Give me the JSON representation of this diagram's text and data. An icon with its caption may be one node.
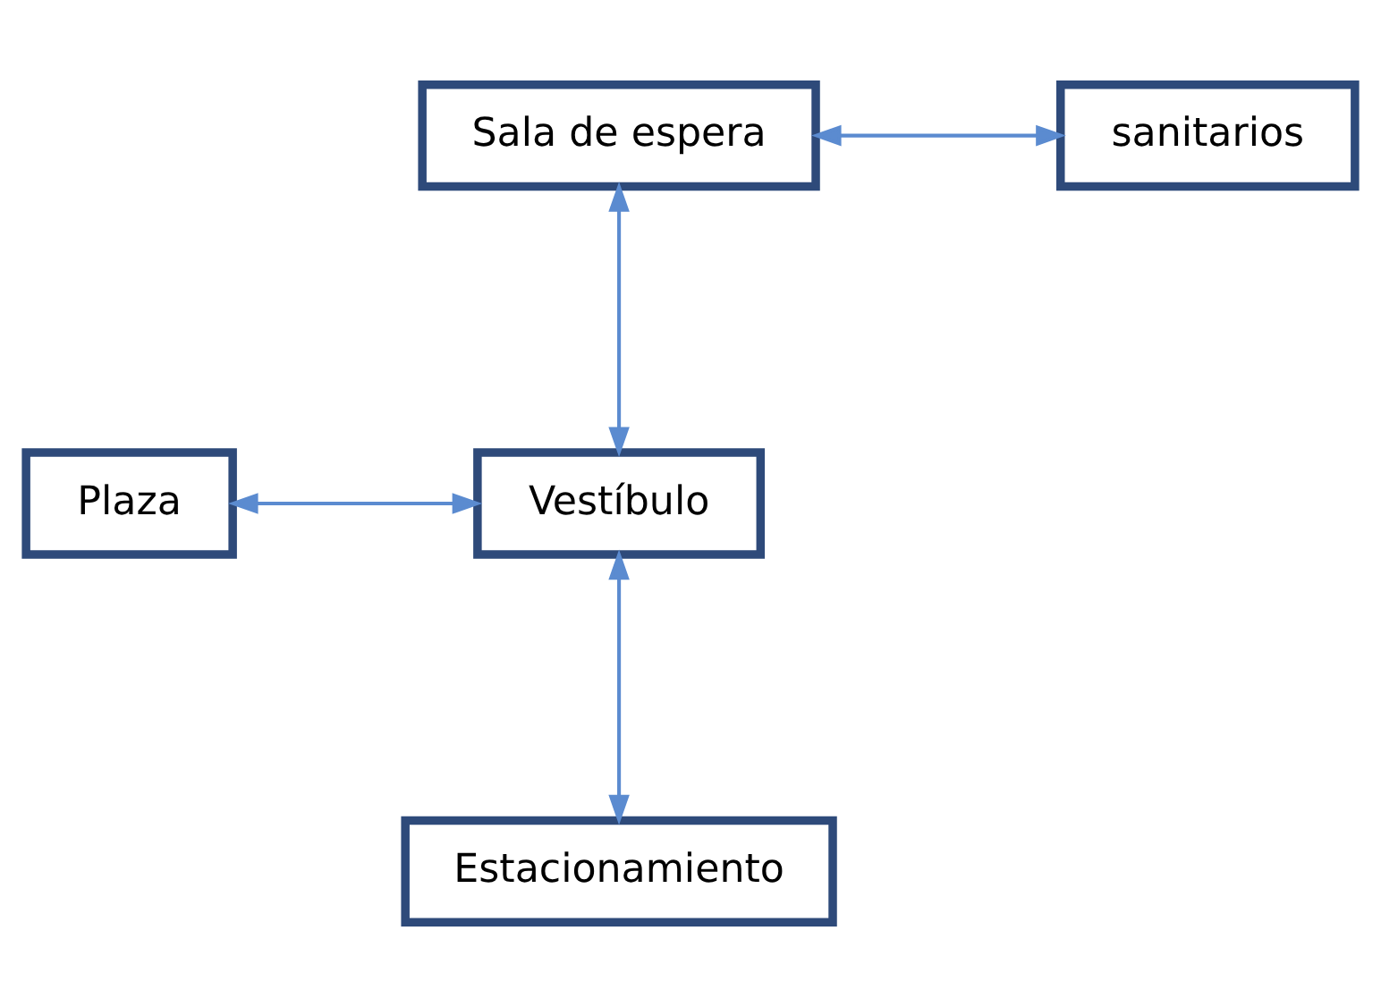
{
  "diagram": {
    "nodes": [
      {
        "text": [
          "Sala de espera"
        ]
      },
      {
        "text": [
          "sanitarios"
        ]
      },
      {
        "text": [
          "Plaza"
        ]
      },
      {
        "text": [
          "Vestíbulo"
        ]
      },
      {
        "text": [
          "Estacionamiento"
        ]
      }
    ],
    "edges": [
      {
        "from": 0,
        "to": 1,
        "arrow": "both"
      },
      {
        "from": 0,
        "to": 3,
        "arrow": "both"
      },
      {
        "from": 2,
        "to": 3,
        "arrow": "both"
      },
      {
        "from": 3,
        "to": 4,
        "arrow": "both"
      }
    ]
  }
}
